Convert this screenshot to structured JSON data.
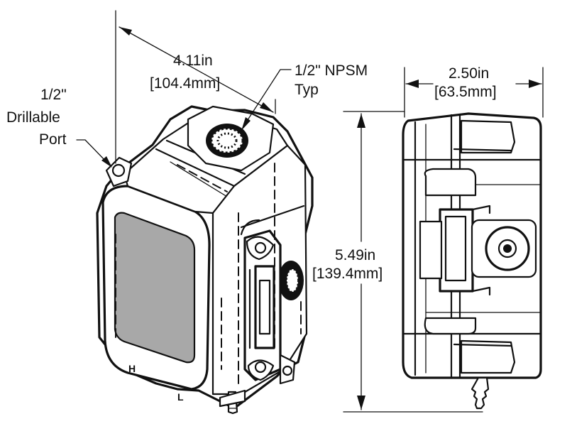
{
  "labels": {
    "width_in": "4.11in",
    "width_mm": "[104.4mm]",
    "port_size": "1/2\" NPSM",
    "port_typ": "Typ",
    "drill_size": "1/2\"",
    "drill_word": "Drillable",
    "drill_port": "Port",
    "side_width_in": "2.50in",
    "side_width_mm": "[63.5mm]",
    "height_in": "5.49in",
    "height_mm": "[139.4mm]",
    "marker_h": "H",
    "marker_l": "L"
  },
  "colors": {
    "line": "#111111",
    "label_face": "#a8a8a8",
    "background": "#ffffff"
  }
}
